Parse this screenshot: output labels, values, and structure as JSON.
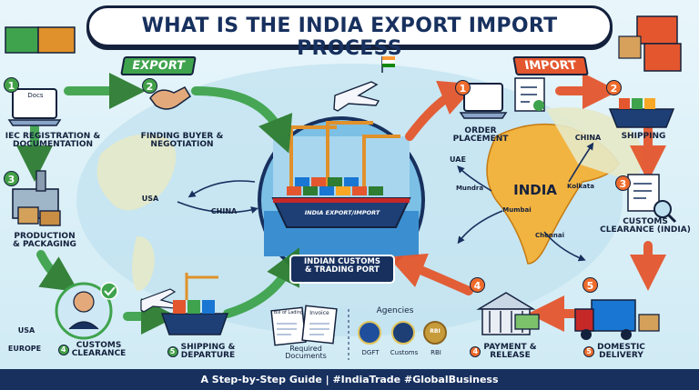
{
  "title": "WHAT IS THE INDIA EXPORT IMPORT PROCESS",
  "export_tag": "EXPORT",
  "import_tag": "IMPORT",
  "export_steps": [
    {
      "num": "1",
      "label": "IEC REGISTRATION &\nDOCUMENTATION",
      "docs": "Docs"
    },
    {
      "num": "2",
      "label": "FINDING BUYER &\nNEGOTIATION"
    },
    {
      "num": "3",
      "label": "PRODUCTION\n& PACKAGING"
    },
    {
      "num": "4",
      "label": "CUSTOMS\nCLEARANCE"
    },
    {
      "num": "5",
      "label": "SHIPPING &\nDEPARTURE"
    }
  ],
  "import_steps": [
    {
      "num": "1",
      "label": "ORDER\nPLACEMENT"
    },
    {
      "num": "2",
      "label": "SHIPPING"
    },
    {
      "num": "3",
      "label": "CUSTOMS\nCLEARANCE (INDIA)"
    },
    {
      "num": "4",
      "label": "PAYMENT &\nRELEASE"
    },
    {
      "num": "5",
      "label": "DOMESTIC\nDELIVERY"
    }
  ],
  "map_labels": {
    "usa_center": "USA",
    "china_center": "CHINA",
    "usa_left": "USA",
    "europe_left": "EUROPE",
    "uae": "UAE",
    "china_right": "CHINA",
    "india": "INDIA",
    "mundra": "Mundra",
    "kolkata": "Kolkata",
    "mumbai": "Mumbai",
    "chennai": "Chennai"
  },
  "port": {
    "ship_text": "INDIA EXPORT/IMPORT",
    "caption": "INDIAN CUSTOMS\n& TRADING PORT"
  },
  "documents": {
    "bill": "Bill of Lading",
    "invoice": "Invoice",
    "label": "Required\nDocuments"
  },
  "agencies": {
    "title": "Agencies",
    "items": [
      "DGFT",
      "Customs",
      "RBI"
    ],
    "seal_rbi": "RBI"
  },
  "footer": "A Step-by-Step Guide | #IndiaTrade #GlobalBusiness",
  "colors": {
    "export_green": "#43a047",
    "import_orange": "#ef6c2c",
    "navy": "#17305e",
    "sea": "#4aa3d8"
  }
}
